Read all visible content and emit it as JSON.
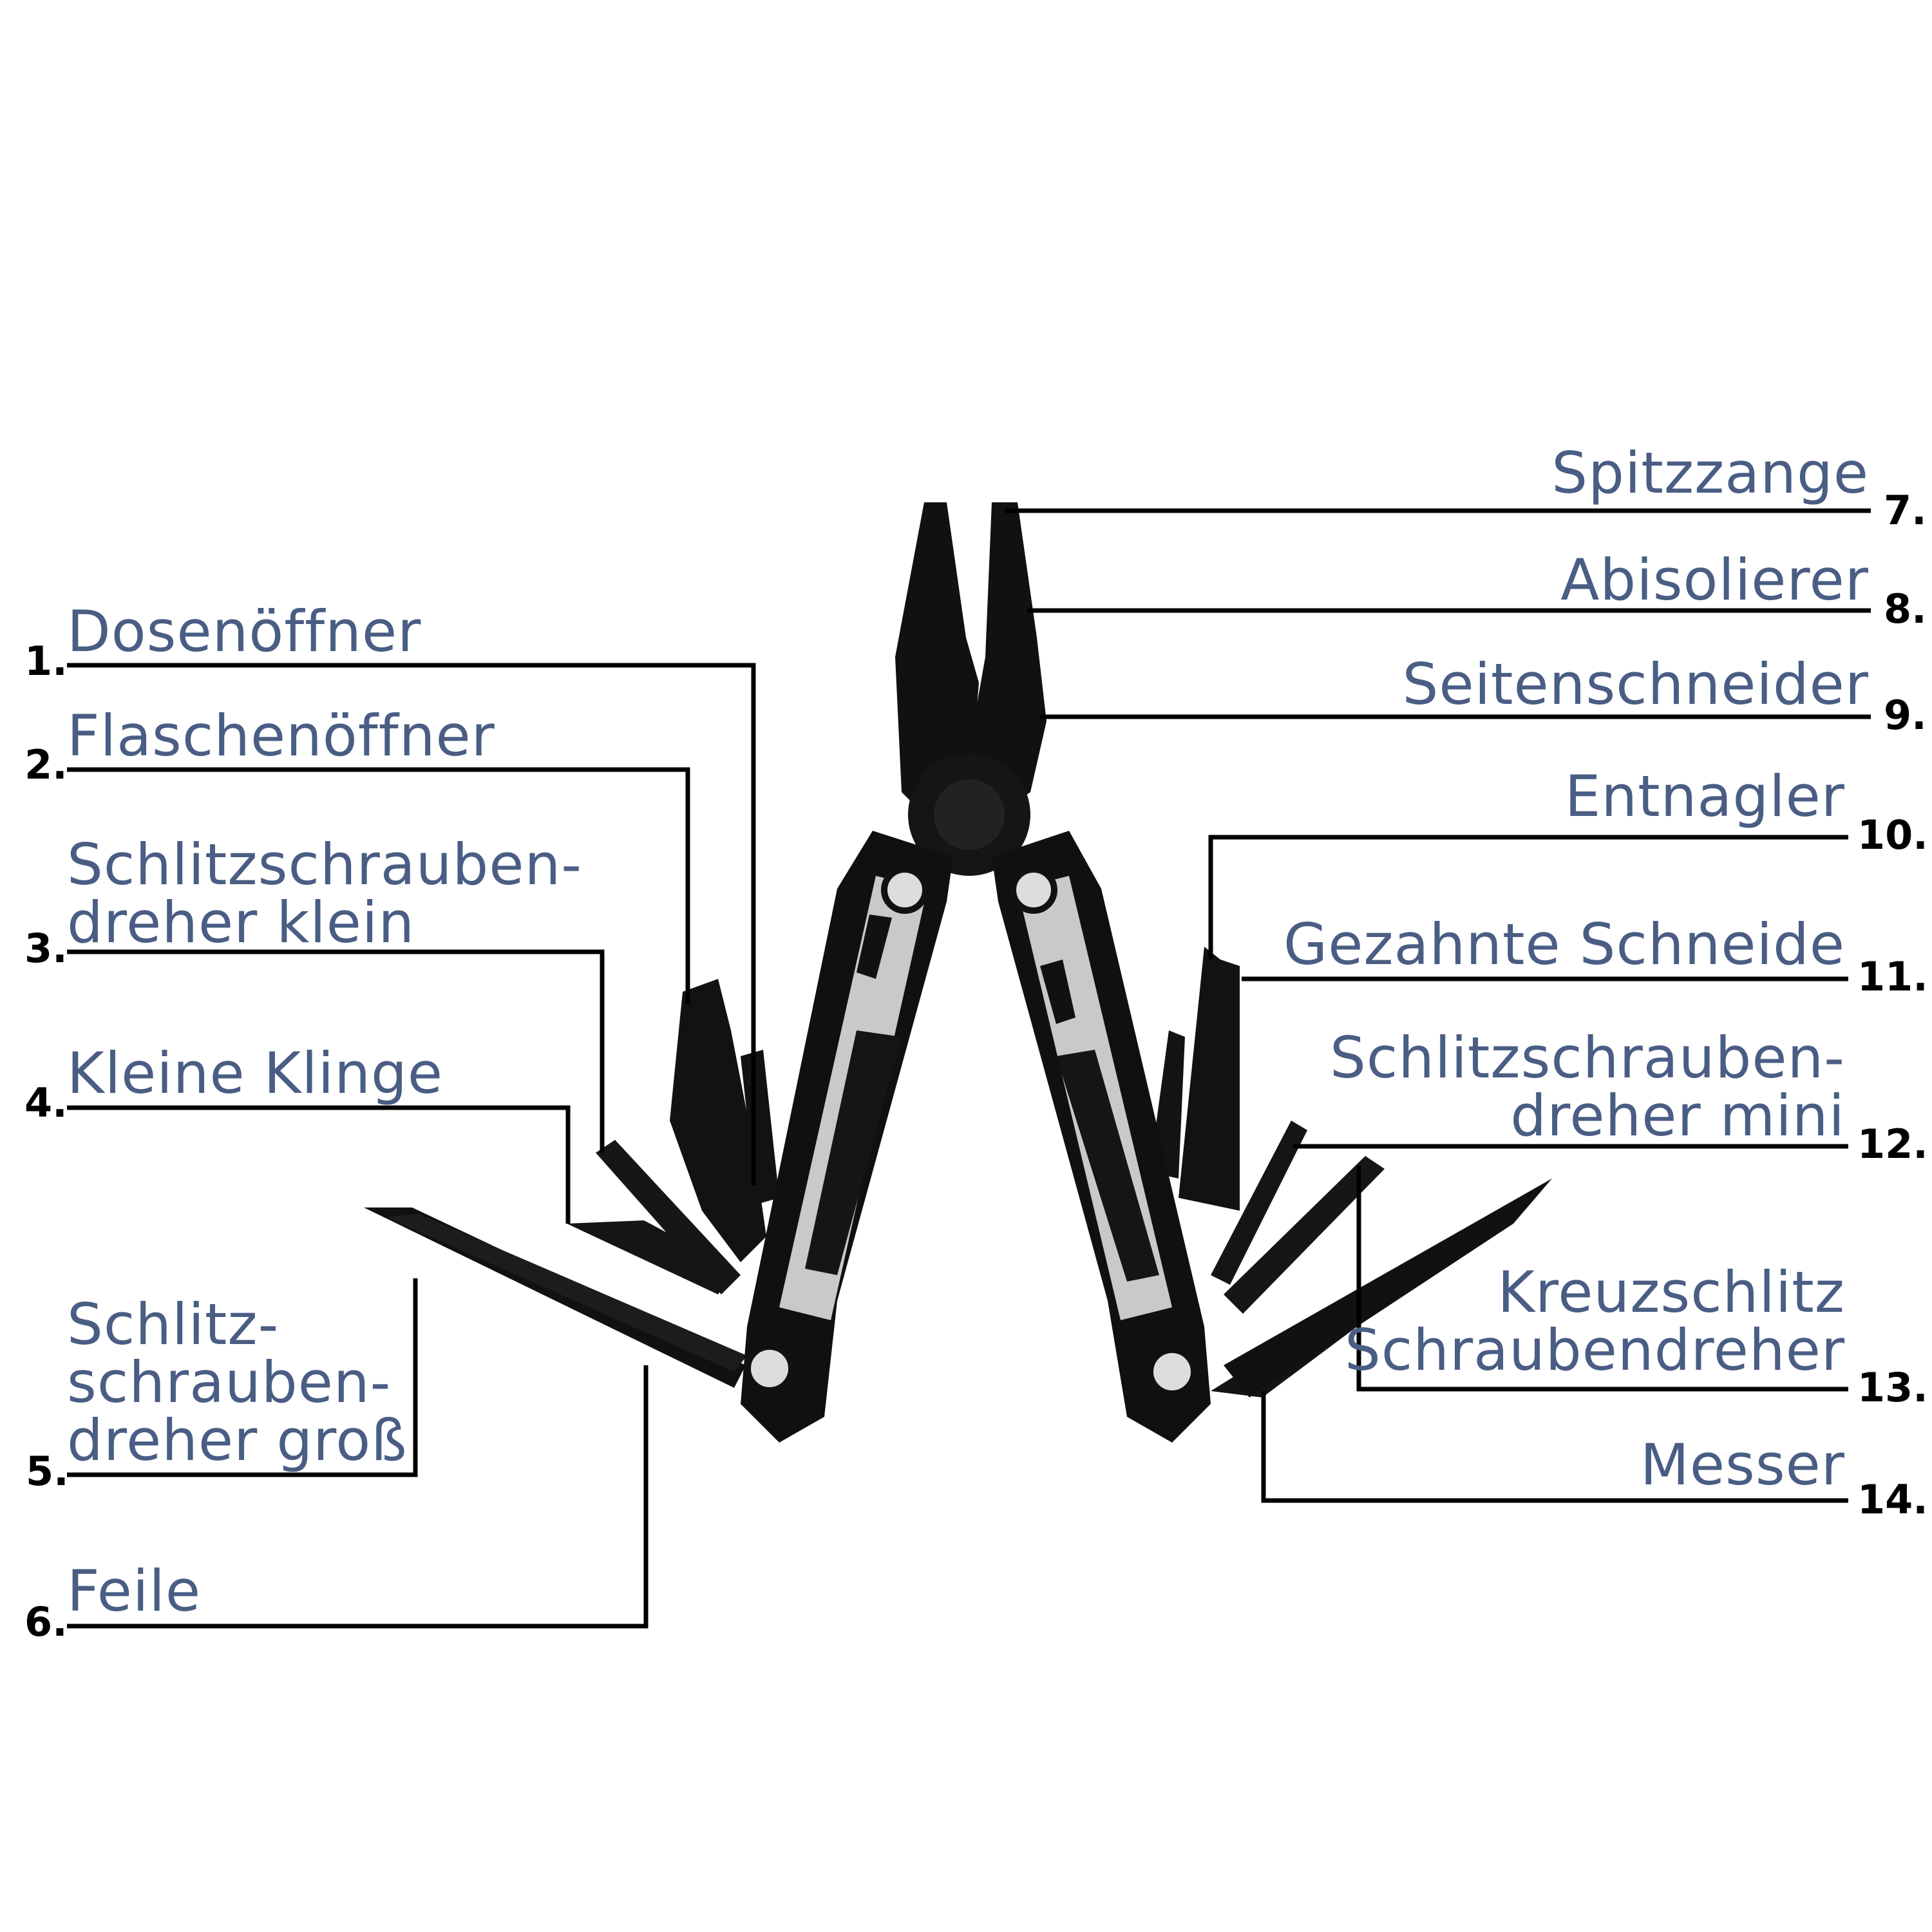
{
  "callouts": [
    {
      "number": "1.",
      "label": "Dosenöffner"
    },
    {
      "number": "2.",
      "label": "Flaschenöffner"
    },
    {
      "number": "3.",
      "label": "Schlitzschrauben-\ndreher klein"
    },
    {
      "number": "4.",
      "label": "Kleine Klinge"
    },
    {
      "number": "5.",
      "label": "Schlitz-\nschrauben-\ndreher groß"
    },
    {
      "number": "6.",
      "label": "Feile"
    },
    {
      "number": "7.",
      "label": "Spitzzange"
    },
    {
      "number": "8.",
      "label": "Abisolierer"
    },
    {
      "number": "9.",
      "label": "Seitenschneider"
    },
    {
      "number": "10.",
      "label": "Entnagler"
    },
    {
      "number": "11.",
      "label": "Gezahnte Schneide"
    },
    {
      "number": "12.",
      "label": "Schlitzschrauben-\ndreher mini"
    },
    {
      "number": "13.",
      "label": "Kreuzschlitz\nSchraubendreher"
    },
    {
      "number": "14.",
      "label": "Messer"
    }
  ],
  "colors": {
    "label": "#4a5d84",
    "number": "#000000",
    "leader": "#000000",
    "tool": "#111111",
    "handle_insert": "#c9c9c9"
  }
}
